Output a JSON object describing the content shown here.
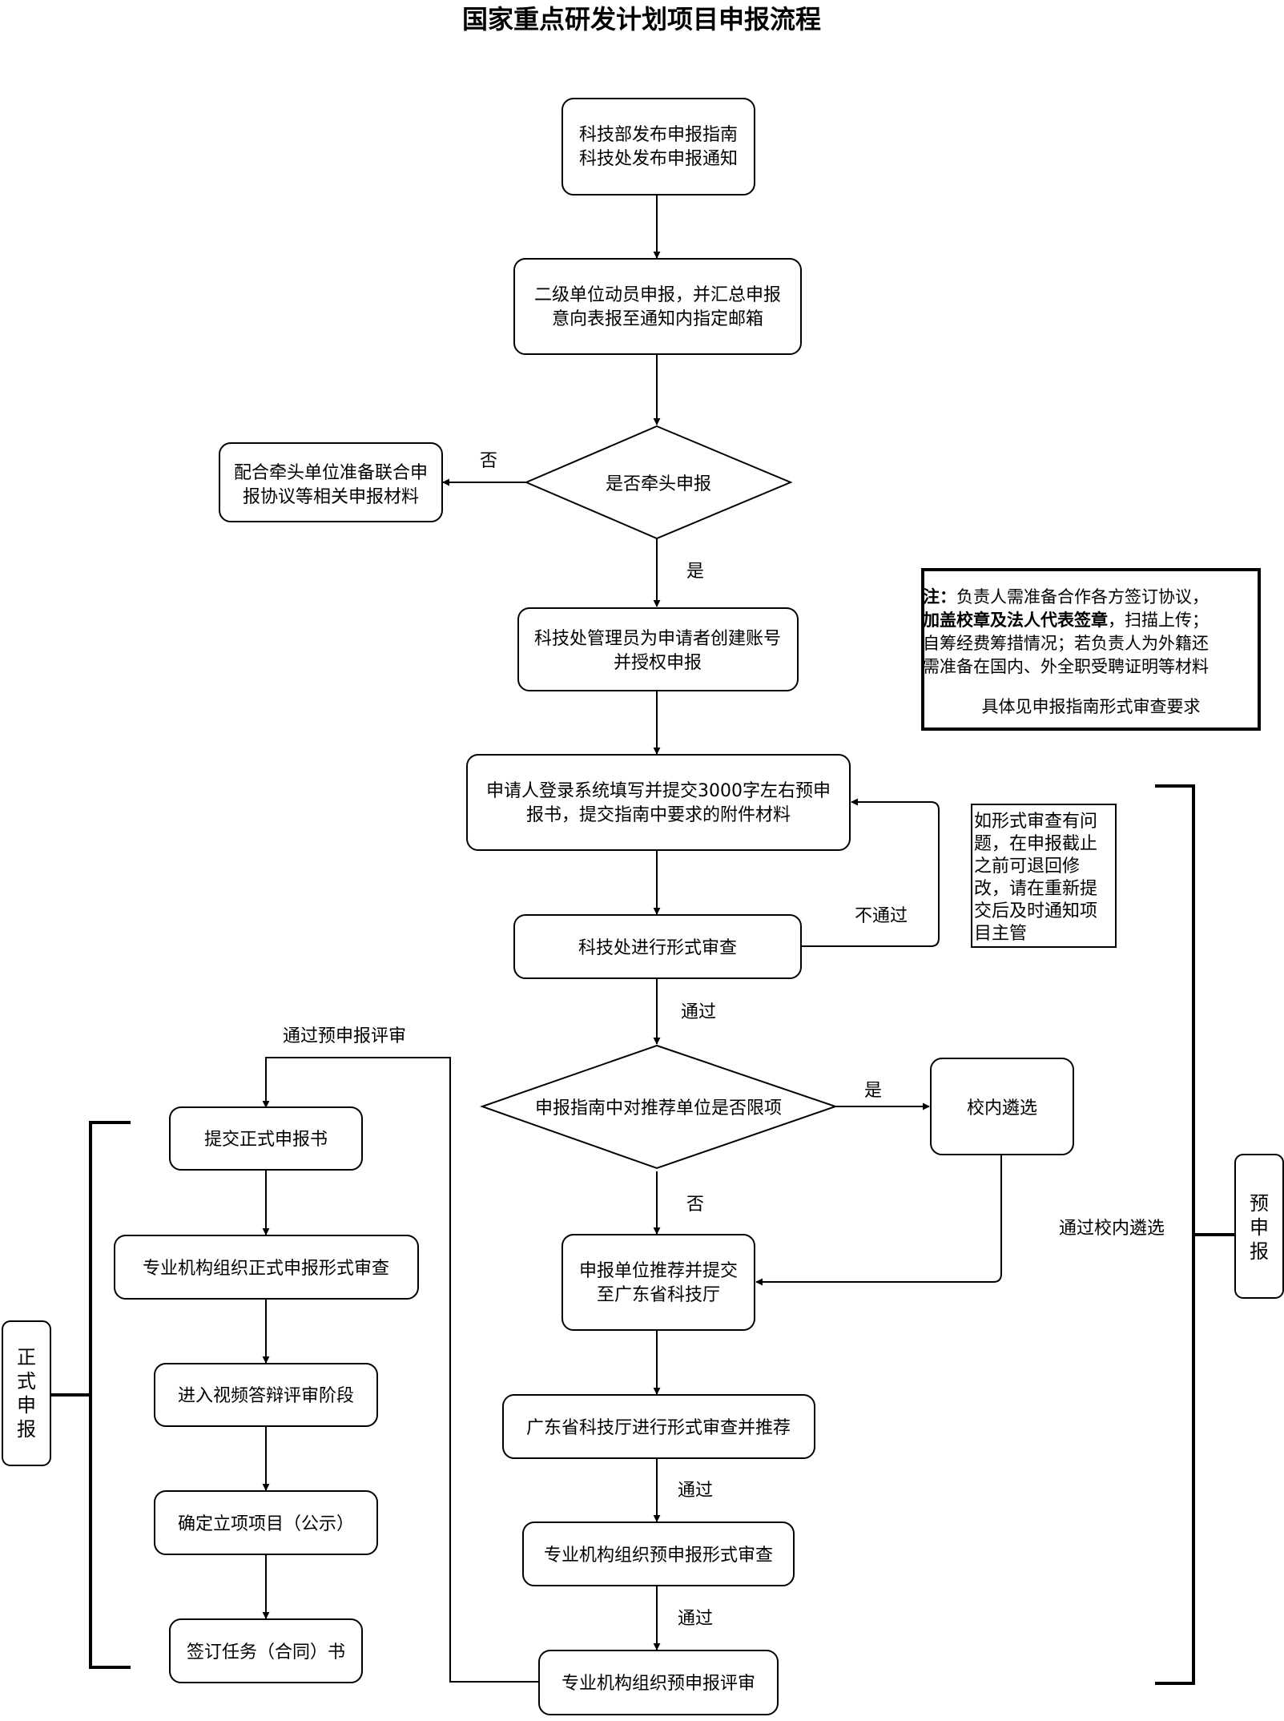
{
  "title": "国家重点研发计划项目申报流程",
  "nodes": {
    "n1": [
      "科技部发布申报指南",
      "科技处发布申报通知"
    ],
    "n2": [
      "二级单位动员申报，并汇总申报",
      "意向表报至通知内指定邮箱"
    ],
    "d1": [
      "是否牵头申报"
    ],
    "side1": [
      "配合牵头单位准备联合申",
      "报协议等相关申报材料"
    ],
    "n3": [
      "科技处管理员为申请者创建账号",
      "并授权申报"
    ],
    "n4": [
      "申请人登录系统填写并提交3000字左右预申",
      "报书，提交指南中要求的附件材料"
    ],
    "n5": [
      "科技处进行形式审查"
    ],
    "d2": [
      "申报指南中对推荐单位是否限项"
    ],
    "n6": [
      "校内遴选"
    ],
    "n7": [
      "申报单位推荐并提交",
      "至广东省科技厅"
    ],
    "n8": [
      "广东省科技厅进行形式审查并推荐"
    ],
    "n9": [
      "专业机构组织预申报形式审查"
    ],
    "n10": [
      "专业机构组织预申报评审"
    ],
    "f1": [
      "提交正式申报书"
    ],
    "f2": [
      "专业机构组织正式申报形式审查"
    ],
    "f3": [
      "进入视频答辩评审阶段"
    ],
    "f4": [
      "确定立项项目（公示）"
    ],
    "f5": [
      "签订任务（合同）书"
    ]
  },
  "edge_labels": {
    "no_lead": "否",
    "yes_lead": "是",
    "fail": "不通过",
    "pass1": "通过",
    "yes_limit": "是",
    "no_limit": "否",
    "pass_internal": "通过校内遴选",
    "pass2": "通过",
    "pass3": "通过",
    "pass_pre_review": "通过预申报评审"
  },
  "note": {
    "label": "注：",
    "line1_rest": "负责人需准备合作各方签订协议，",
    "bold_part": "加盖校章及法人代表签章",
    "line2_rest": "，扫描上传；",
    "line3": "自筹经费筹措情况；若负责人为外籍还",
    "line4": "需准备在国内、外全职受聘证明等材料",
    "line5": "具体见申报指南形式审查要求"
  },
  "side_note": [
    "如形式审查有问",
    "题，在申报截止",
    "之前可退回修",
    "改，请在重新提",
    "交后及时通知项",
    "目主管"
  ],
  "stage_labels": {
    "pre": [
      "预",
      "申",
      "报"
    ],
    "formal": [
      "正",
      "式",
      "申",
      "报"
    ]
  }
}
